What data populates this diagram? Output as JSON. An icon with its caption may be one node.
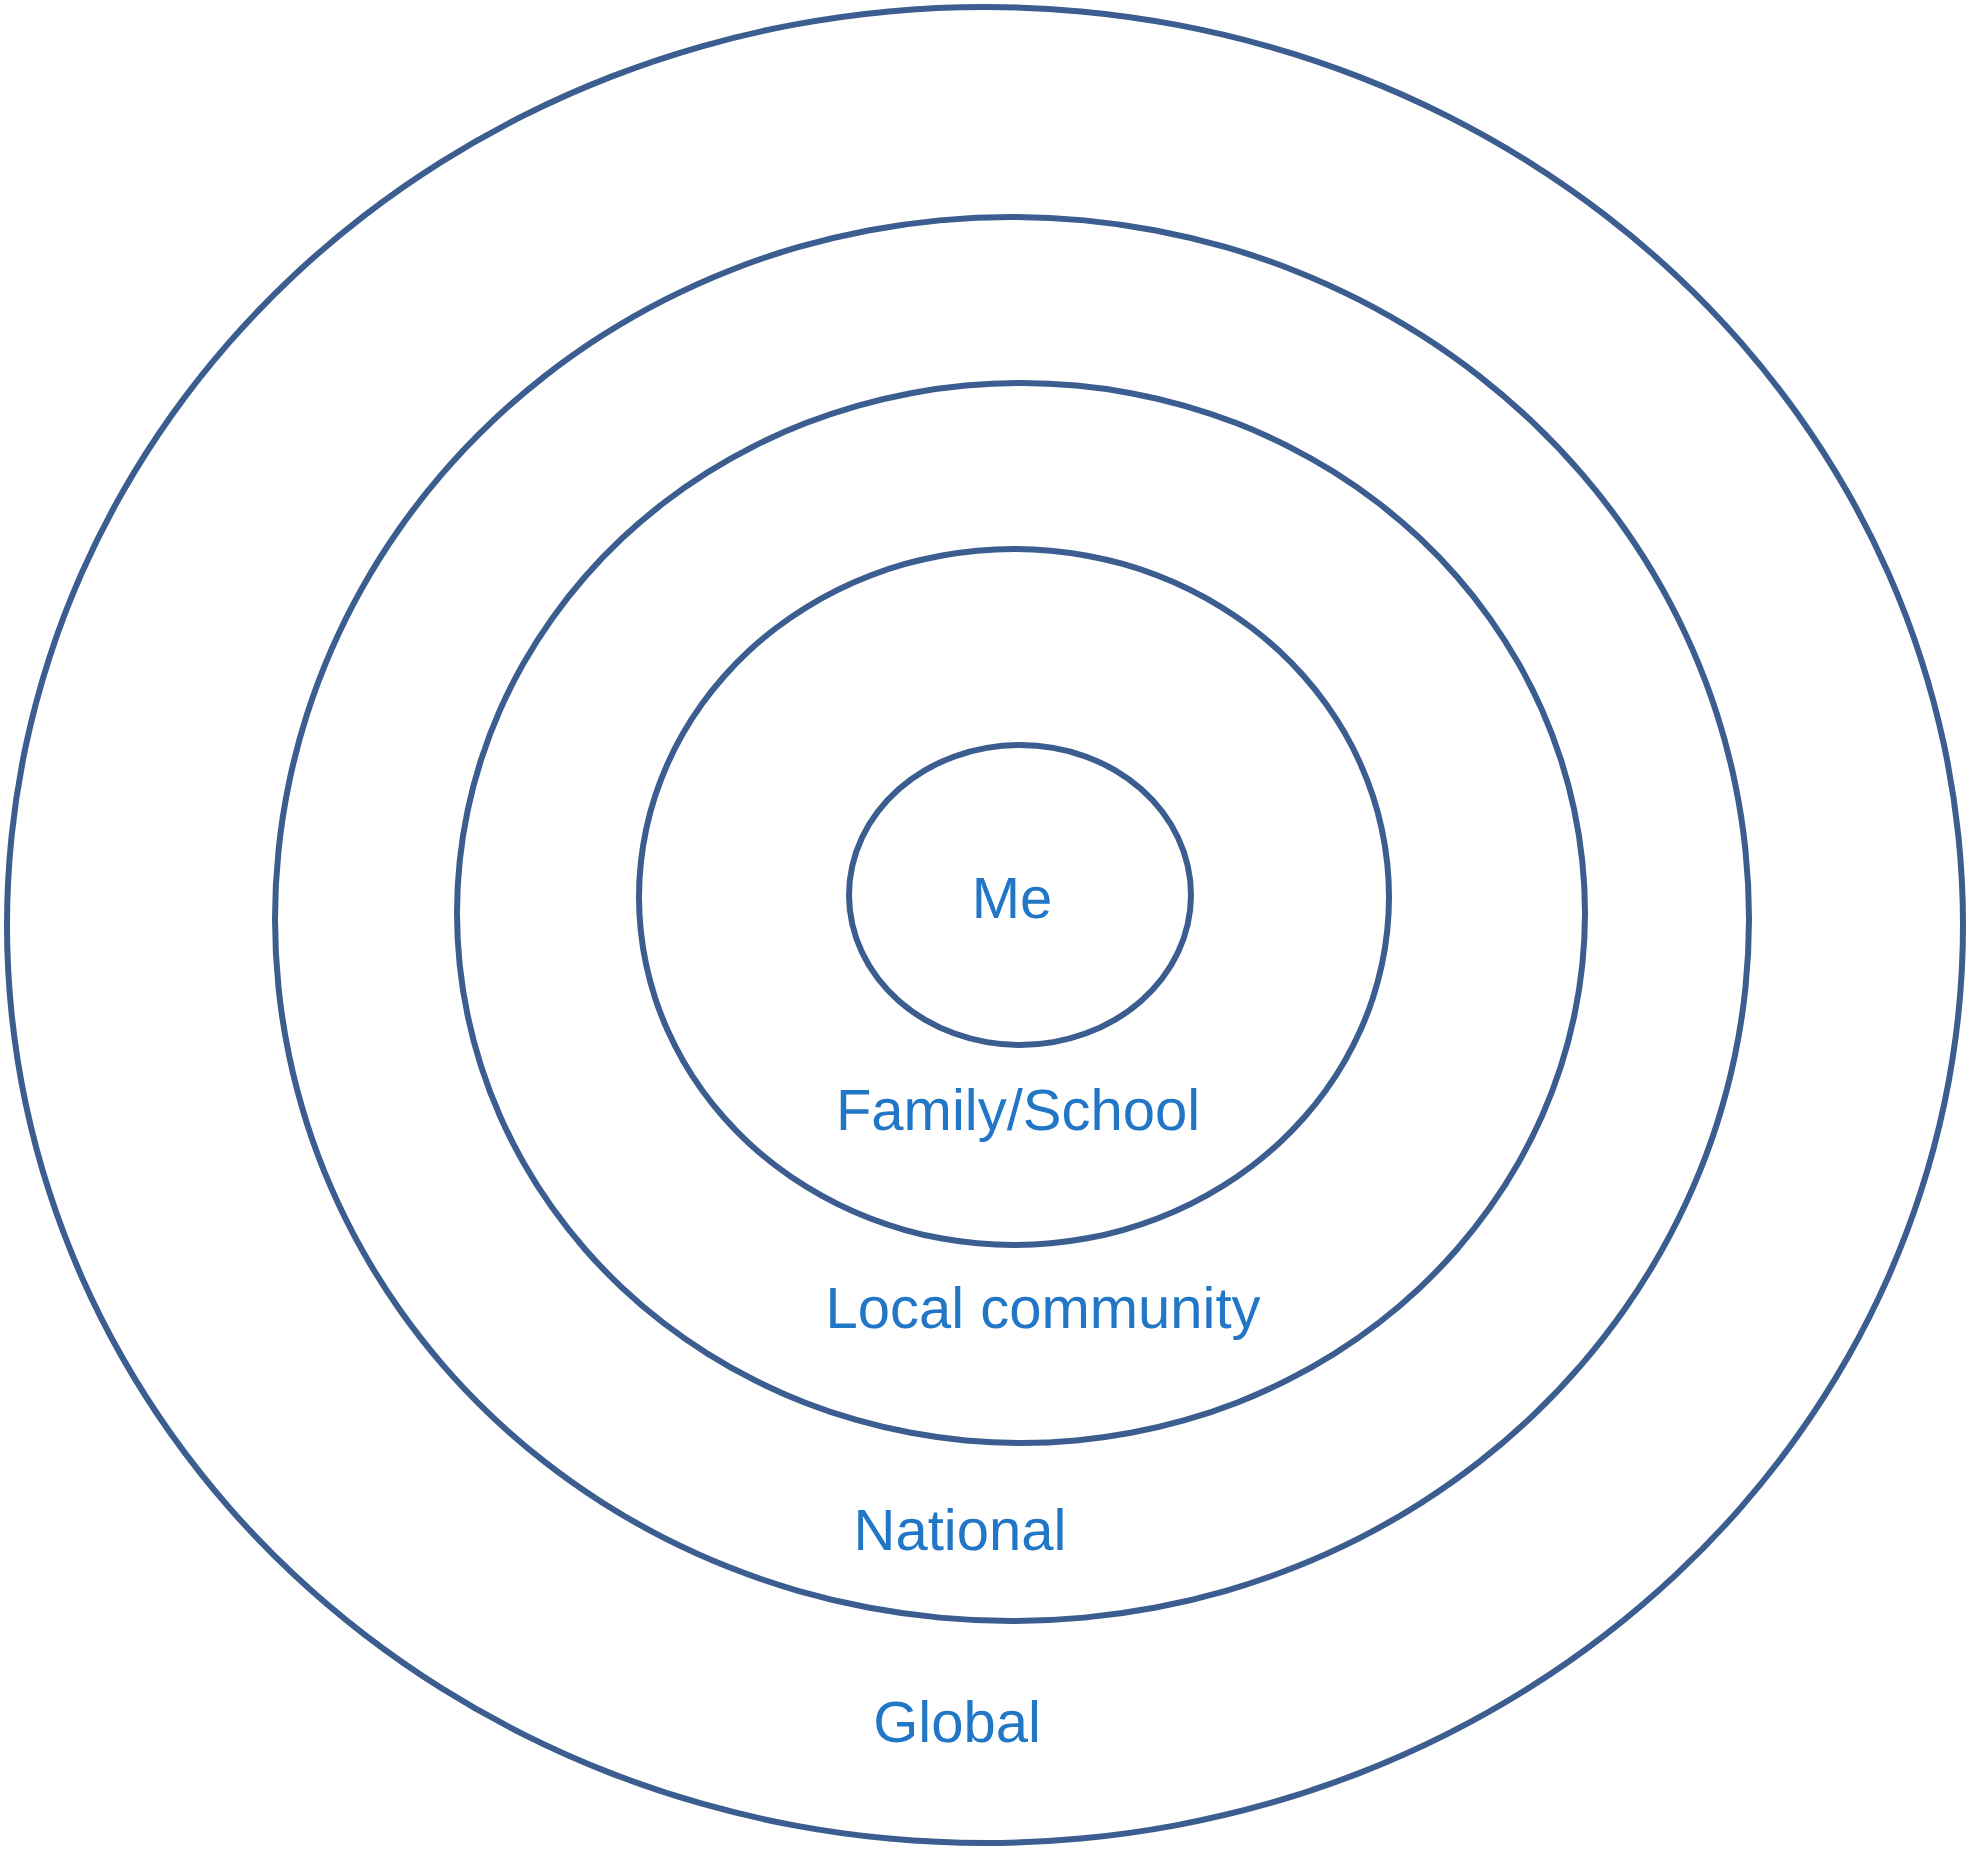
{
  "diagram": {
    "nodes": [
      {
        "text": [
          "Global"
        ]
      },
      {
        "text": [
          "National"
        ],
        "in": 0
      },
      {
        "text": [
          "Local community"
        ],
        "in": 1
      },
      {
        "text": [
          "Family/School"
        ],
        "in": 2
      },
      {
        "text": [
          "Me"
        ],
        "in": 3
      }
    ]
  }
}
